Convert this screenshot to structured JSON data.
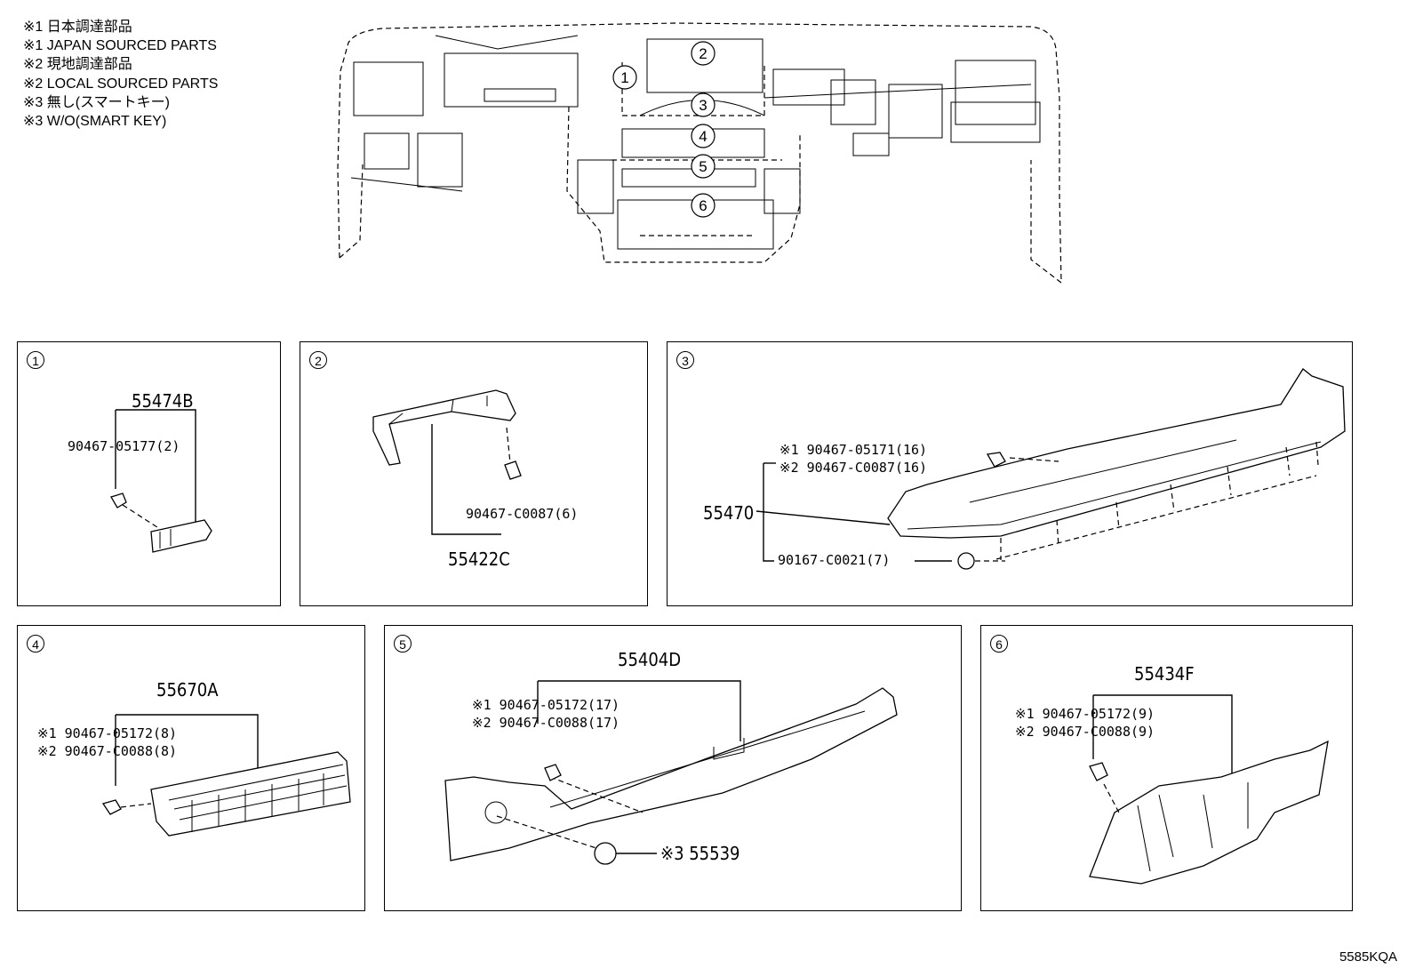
{
  "legend": {
    "lines": [
      "※1 日本調達部品",
      "※1 JAPAN SOURCED PARTS",
      "※2 現地調達部品",
      "※2 LOCAL SOURCED PARTS",
      "※3 無し(スマートキー)",
      "※3 W/O(SMART KEY)"
    ]
  },
  "overview": {
    "callouts": [
      "1",
      "2",
      "3",
      "4",
      "5",
      "6"
    ]
  },
  "panels": [
    {
      "number": "1",
      "labels": {
        "main": "55474B",
        "clip": "90467-05177(2)"
      }
    },
    {
      "number": "2",
      "labels": {
        "main": "55422C",
        "clip": "90467-C0087(6)"
      }
    },
    {
      "number": "3",
      "labels": {
        "main": "55470",
        "clip1": "※1 90467-05171(16)",
        "clip2": "※2 90467-C0087(16)",
        "clip3": "90167-C0021(7)"
      }
    },
    {
      "number": "4",
      "labels": {
        "main": "55670A",
        "clip1": "※1 90467-05172(8)",
        "clip2": "※2 90467-C0088(8)"
      }
    },
    {
      "number": "5",
      "labels": {
        "main": "55404D",
        "clip1": "※1 90467-05172(17)",
        "clip2": "※2 90467-C0088(17)",
        "option": "※3 55539"
      }
    },
    {
      "number": "6",
      "labels": {
        "main": "55434F",
        "clip1": "※1 90467-05172(9)",
        "clip2": "※2 90467-C0088(9)"
      }
    }
  ],
  "reference_code": "5585KQA"
}
